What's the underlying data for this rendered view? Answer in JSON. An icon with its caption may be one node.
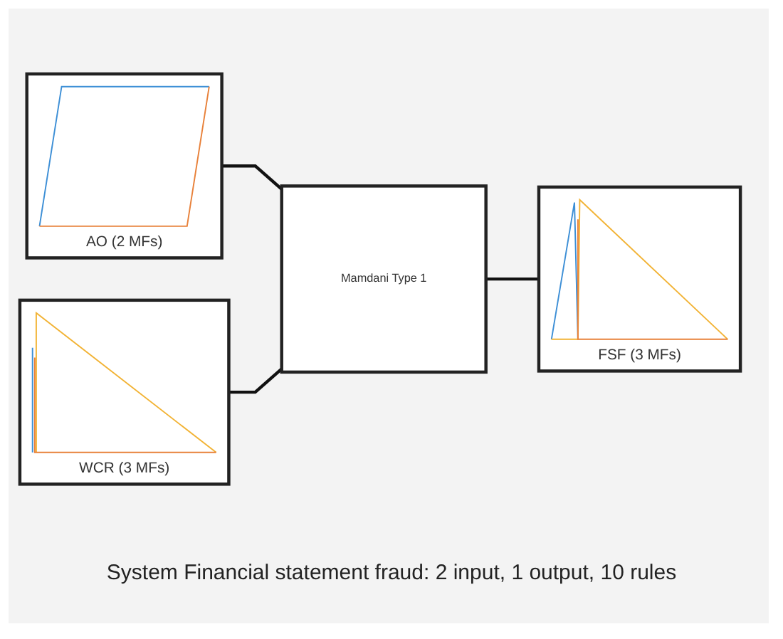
{
  "diagram": {
    "caption": "System Financial statement fraud: 2 input, 1 output, 10 rules",
    "nodes": [
      {
        "text": [
          "AO (2 MFs)"
        ]
      },
      {
        "text": [
          "WCR (3 MFs)"
        ]
      },
      {
        "text": [
          "Mamdani Type 1"
        ]
      },
      {
        "text": [
          "FSF (3 MFs)"
        ]
      }
    ],
    "edges": [
      {
        "from": 0,
        "to": 2,
        "arrow": "none"
      },
      {
        "from": 1,
        "to": 2,
        "arrow": "none"
      },
      {
        "from": 2,
        "to": 3,
        "arrow": "none"
      }
    ]
  }
}
